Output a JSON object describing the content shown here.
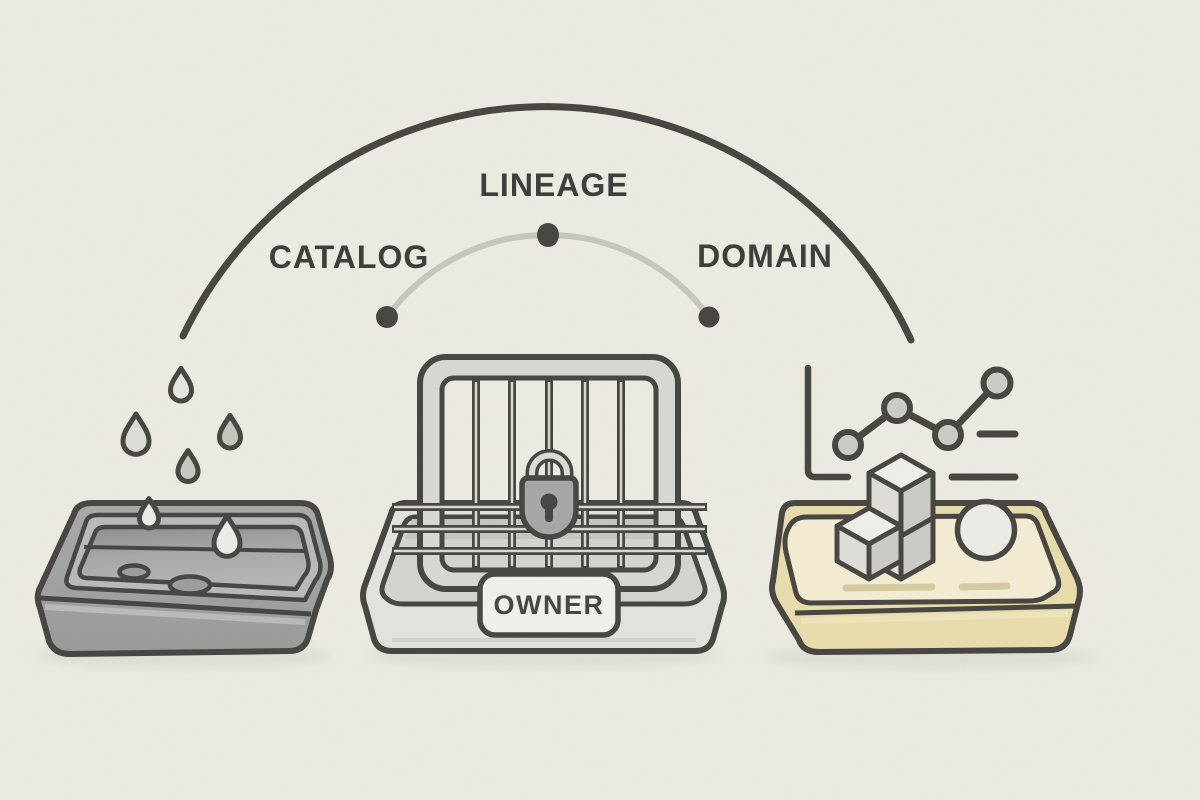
{
  "scene": {
    "arc": {
      "labels": [
        {
          "id": "catalog",
          "text": "CATALOG"
        },
        {
          "id": "lineage",
          "text": "LINEAGE"
        },
        {
          "id": "domain",
          "text": "DOMAIN"
        }
      ]
    },
    "owner_label": "OWNER",
    "icons": [
      "water-drops-icon",
      "gray-tray-icon",
      "cage-bars-icon",
      "padlock-icon",
      "owner-plate",
      "trend-chart-icon",
      "stacked-cubes-icon",
      "sphere-icon",
      "cream-tray-icon"
    ],
    "palette": {
      "background": "#edeae3",
      "ink_outline": "#45443f",
      "label_text": "#3c3b37",
      "guide_arc": "#c8c5bf",
      "tray_left_gray": "#9e9e9a",
      "tray_middle_gray": "#e4e2dc",
      "tray_right_cream": "#e9dcab",
      "cream_surface": "#f4ecd2",
      "lock_body": "#a8a6a2",
      "plate_fill": "#f2f0ea",
      "node_fill": "#cdcac4"
    }
  }
}
